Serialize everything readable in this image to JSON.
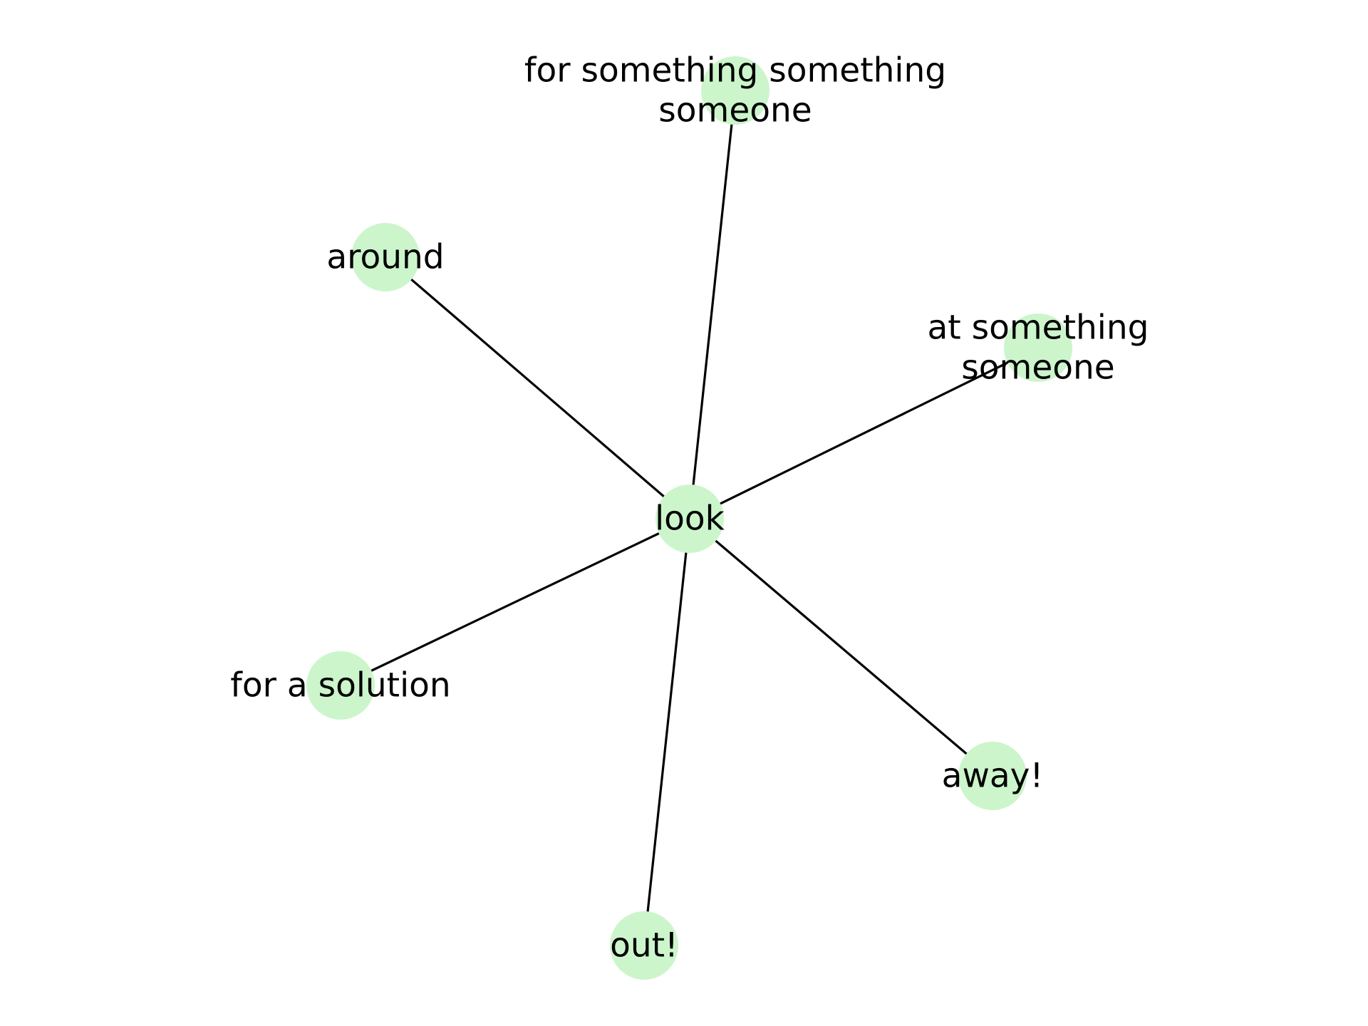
{
  "diagram": {
    "type": "network-graph",
    "center": {
      "id": "look",
      "lines": [
        "look"
      ]
    },
    "nodes": [
      {
        "id": "look",
        "lines": [
          "look"
        ]
      },
      {
        "id": "for-something-something-someone",
        "lines": [
          "for something something",
          "someone"
        ]
      },
      {
        "id": "around",
        "lines": [
          "around"
        ]
      },
      {
        "id": "at-something-someone",
        "lines": [
          "at something",
          "someone"
        ]
      },
      {
        "id": "for-a-solution",
        "lines": [
          "for a solution"
        ]
      },
      {
        "id": "away",
        "lines": [
          "away!"
        ]
      },
      {
        "id": "out",
        "lines": [
          "out!"
        ]
      }
    ],
    "edges": [
      {
        "from": "look",
        "to": "for-something-something-someone"
      },
      {
        "from": "look",
        "to": "around"
      },
      {
        "from": "look",
        "to": "at-something-someone"
      },
      {
        "from": "look",
        "to": "for-a-solution"
      },
      {
        "from": "look",
        "to": "away"
      },
      {
        "from": "look",
        "to": "out"
      }
    ],
    "colors": {
      "node_fill": "#ccf5cc",
      "edge": "#000000",
      "label": "#000000",
      "background": "#ffffff"
    }
  }
}
